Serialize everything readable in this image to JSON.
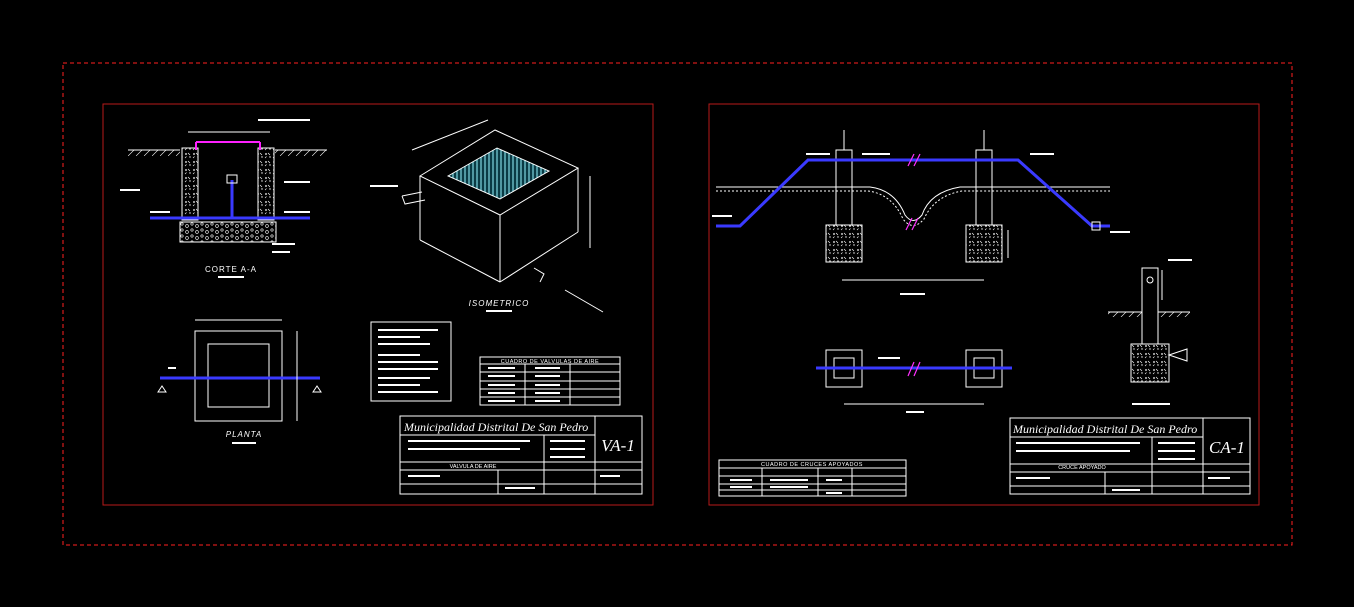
{
  "colors": {
    "background": "#000000",
    "outer_border": "#ff2020",
    "sheet_border": "#b81a1a",
    "line": "#ffffff",
    "pipe": "#3a3aff",
    "cover": "#ff20ff",
    "water": "#7fd6e0",
    "break_mark": "#ff30ff"
  },
  "sheet_left": {
    "views": {
      "section": "CORTE A-A",
      "isometric": "ISOMETRICO",
      "plan": "PLANTA"
    },
    "table": {
      "title": "CUADRO DE VALVULAS DE AIRE"
    },
    "title_block": {
      "entity": "Municipalidad  Distrital De San Pedro",
      "subject": "VALVULA DE AIRE",
      "sheet_code": "VA-1"
    }
  },
  "sheet_right": {
    "table": {
      "title": "CUADRO DE CRUCES APOYADOS"
    },
    "title_block": {
      "entity": "Municipalidad  Distrital De San Pedro",
      "subject": "CRUCE APOYADO",
      "sheet_code": "CA-1"
    }
  }
}
